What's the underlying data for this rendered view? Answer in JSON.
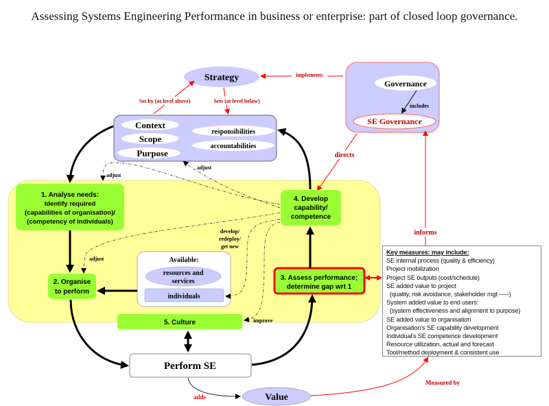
{
  "title": "Assessing Systems Engineering Performance in business or  enterprise: part of closed loop governance.",
  "nodes": {
    "strategy": "Strategy",
    "context": "Context",
    "scope": "Scope",
    "purpose": "Purpose",
    "responsibilities": "responsibilities",
    "accountabilities": "accountabilities",
    "governance": "Governance",
    "se_governance": "SE Governance",
    "analyse_needs": [
      "1. Analyse needs:",
      "Identify required",
      "(capabilities of organisation)/",
      "(competency of individuals)"
    ],
    "organise": [
      "2. Organise",
      "to perform"
    ],
    "assess": [
      "3. Assess performance;",
      "determine gap wrt 1"
    ],
    "develop": [
      "4. Develop",
      "capability/",
      "competence"
    ],
    "culture": "5. Culture",
    "available": "Available:",
    "resources": [
      "resources and",
      "services"
    ],
    "individuals": "individuals",
    "perform_se": "Perform SE",
    "value": "Value"
  },
  "edge_labels": {
    "implements": "implements",
    "set_by": "Set by (at level above)",
    "sets": "Sets (at level below)",
    "includes": "includes",
    "directs": "directs",
    "informs": "informs",
    "adjust_top": "adjust",
    "adjust_left": "adjust",
    "adjust_mid": "adjust",
    "develop_redeploy": [
      "develop/",
      "redeploy/",
      "get new"
    ],
    "improve": "improve",
    "adds": "adds",
    "measured_by": "Measured by"
  },
  "key_measures": {
    "heading": "Key measures: may include:",
    "items": [
      "SE internal process (quality & efficiency)",
      "Project mobilization",
      "Project SE outputs (cost/schedule)",
      "SE added value to project",
      "  (quality, risk avoidance, stakeholder mgt -----)",
      "System added value to end users:",
      "  (system effectiveness and alignment to purpose)",
      "SE added value to organisation",
      "Organisation's SE capability development",
      "Individual's SE competence development",
      "Resource utilization, actual and forecast",
      "Tool/method deployment & consistent use"
    ]
  },
  "colors": {
    "lavender": "#ccccff",
    "green": "#99ff33",
    "yellow_panel": "#ffff99",
    "red": "#ff0000",
    "dark_red": "#c00000"
  }
}
